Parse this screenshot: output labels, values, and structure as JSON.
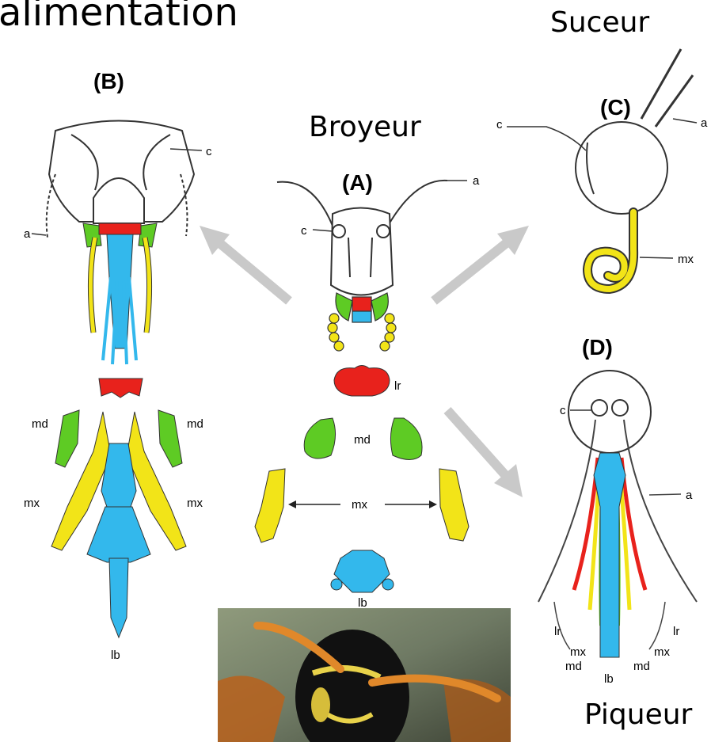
{
  "title": "alimentation",
  "types": {
    "crushing": "Broyeur",
    "sucking": "Suceur",
    "piercing": "Piqueur"
  },
  "panels": {
    "a": "(A)",
    "b": "(B)",
    "c": "(C)",
    "d": "(D)"
  },
  "parts": {
    "antenna": "a",
    "clypeus": "c",
    "labrum": "lr",
    "mandible": "md",
    "maxilla": "mx",
    "labium": "lb"
  },
  "colors": {
    "labrum": "#e8221c",
    "mandible": "#5ecb24",
    "maxilla": "#f2e418",
    "labium": "#33b8ec",
    "arrow": "#c9c9c9"
  }
}
